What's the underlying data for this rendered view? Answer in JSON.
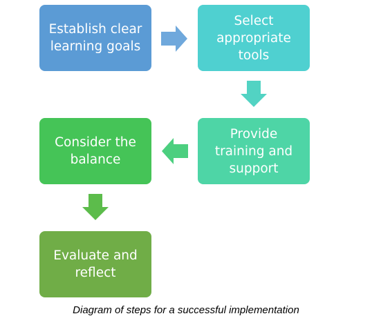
{
  "diagram": {
    "steps": [
      {
        "label": "Establish clear\nlearning goals",
        "color": "#5b9bd5"
      },
      {
        "label": "Select\nappropriate\ntools",
        "color": "#4fd0d0"
      },
      {
        "label": "Provide\ntraining and\nsupport",
        "color": "#4ed5a6"
      },
      {
        "label": "Consider the\nbalance",
        "color": "#45c457"
      },
      {
        "label": "Evaluate and\nreflect",
        "color": "#70ad47"
      }
    ],
    "arrows": [
      {
        "from": 1,
        "to": 2,
        "direction": "right",
        "color": "#6fa8dc"
      },
      {
        "from": 2,
        "to": 3,
        "direction": "down",
        "color": "#52d3c3"
      },
      {
        "from": 3,
        "to": 4,
        "direction": "left",
        "color": "#4ccf7f"
      },
      {
        "from": 4,
        "to": 5,
        "direction": "down",
        "color": "#5cbc4b"
      }
    ],
    "caption": "Diagram of steps for a successful implementation"
  }
}
